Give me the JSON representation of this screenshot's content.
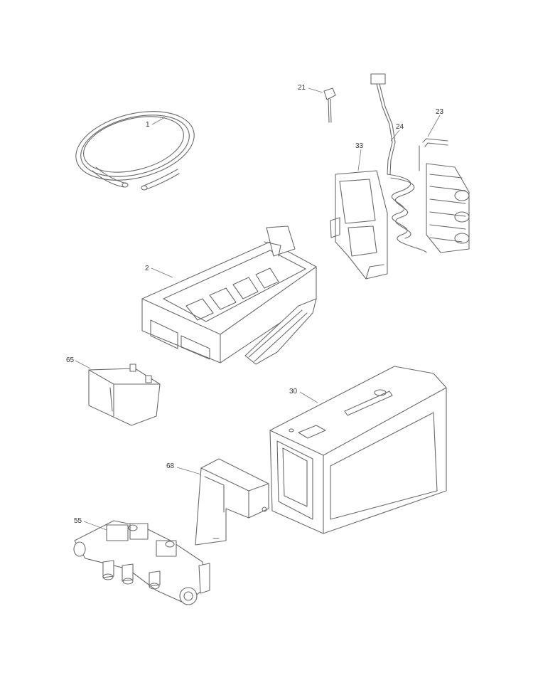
{
  "callouts": {
    "tubing": "1",
    "icemaker": "2",
    "thermostat": "21",
    "heater": "23",
    "harness": "24",
    "bracket": "33",
    "housing": "30",
    "valve": "55",
    "switch_cover": "65",
    "cover": "68"
  }
}
